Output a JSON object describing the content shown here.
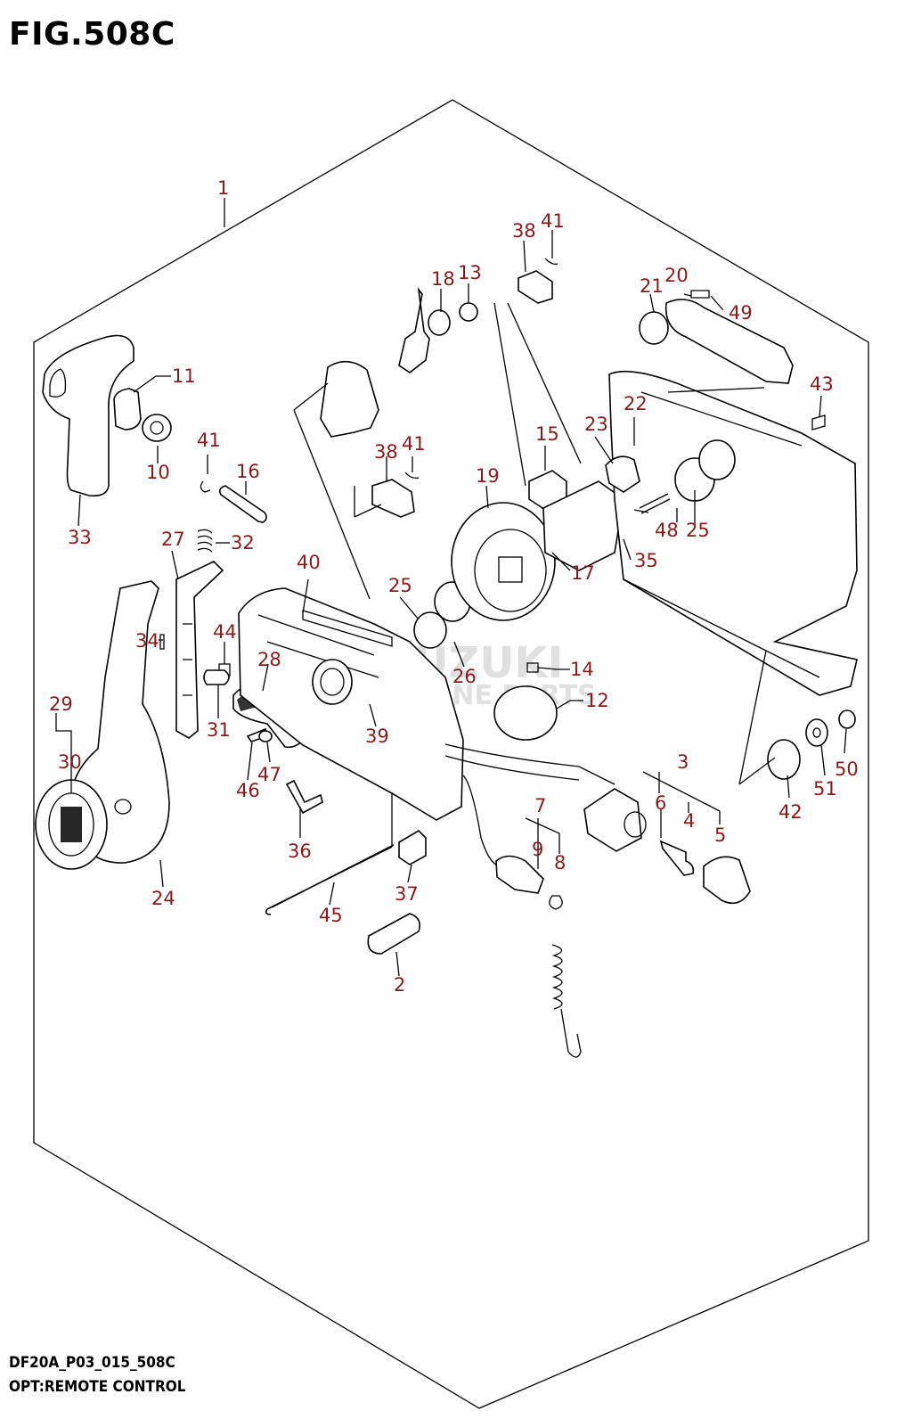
{
  "figure": {
    "title": "FIG.508C",
    "code": "DF20A_P03_015_508C",
    "name": "OPT:REMOTE CONTROL"
  },
  "watermark": {
    "line1": "SUZUKI",
    "line2": "MARINE PARTS"
  },
  "callouts": [
    {
      "id": "c1",
      "label": "1"
    },
    {
      "id": "c2",
      "label": "2"
    },
    {
      "id": "c3",
      "label": "3"
    },
    {
      "id": "c4",
      "label": "4"
    },
    {
      "id": "c5",
      "label": "5"
    },
    {
      "id": "c6",
      "label": "6"
    },
    {
      "id": "c7",
      "label": "7"
    },
    {
      "id": "c8",
      "label": "8"
    },
    {
      "id": "c9",
      "label": "9"
    },
    {
      "id": "c10",
      "label": "10"
    },
    {
      "id": "c11",
      "label": "11"
    },
    {
      "id": "c12",
      "label": "12"
    },
    {
      "id": "c13",
      "label": "13"
    },
    {
      "id": "c14",
      "label": "14"
    },
    {
      "id": "c15",
      "label": "15"
    },
    {
      "id": "c16",
      "label": "16"
    },
    {
      "id": "c17",
      "label": "17"
    },
    {
      "id": "c18",
      "label": "18"
    },
    {
      "id": "c19",
      "label": "19"
    },
    {
      "id": "c20",
      "label": "20"
    },
    {
      "id": "c21",
      "label": "21"
    },
    {
      "id": "c22",
      "label": "22"
    },
    {
      "id": "c23",
      "label": "23"
    },
    {
      "id": "c24",
      "label": "24"
    },
    {
      "id": "c25a",
      "label": "25"
    },
    {
      "id": "c25b",
      "label": "25"
    },
    {
      "id": "c26",
      "label": "26"
    },
    {
      "id": "c27",
      "label": "27"
    },
    {
      "id": "c28",
      "label": "28"
    },
    {
      "id": "c29",
      "label": "29"
    },
    {
      "id": "c30",
      "label": "30"
    },
    {
      "id": "c31",
      "label": "31"
    },
    {
      "id": "c32",
      "label": "32"
    },
    {
      "id": "c33",
      "label": "33"
    },
    {
      "id": "c34",
      "label": "34"
    },
    {
      "id": "c35",
      "label": "35"
    },
    {
      "id": "c36",
      "label": "36"
    },
    {
      "id": "c37",
      "label": "37"
    },
    {
      "id": "c38a",
      "label": "38"
    },
    {
      "id": "c38b",
      "label": "38"
    },
    {
      "id": "c39",
      "label": "39"
    },
    {
      "id": "c40",
      "label": "40"
    },
    {
      "id": "c41a",
      "label": "41"
    },
    {
      "id": "c41b",
      "label": "41"
    },
    {
      "id": "c41c",
      "label": "41"
    },
    {
      "id": "c42",
      "label": "42"
    },
    {
      "id": "c43",
      "label": "43"
    },
    {
      "id": "c44",
      "label": "44"
    },
    {
      "id": "c45",
      "label": "45"
    },
    {
      "id": "c46",
      "label": "46"
    },
    {
      "id": "c47",
      "label": "47"
    },
    {
      "id": "c48",
      "label": "48"
    },
    {
      "id": "c49",
      "label": "49"
    },
    {
      "id": "c50",
      "label": "50"
    },
    {
      "id": "c51",
      "label": "51"
    }
  ],
  "colors": {
    "callout": "#8b1a1a",
    "line": "#000000",
    "background": "#ffffff"
  }
}
